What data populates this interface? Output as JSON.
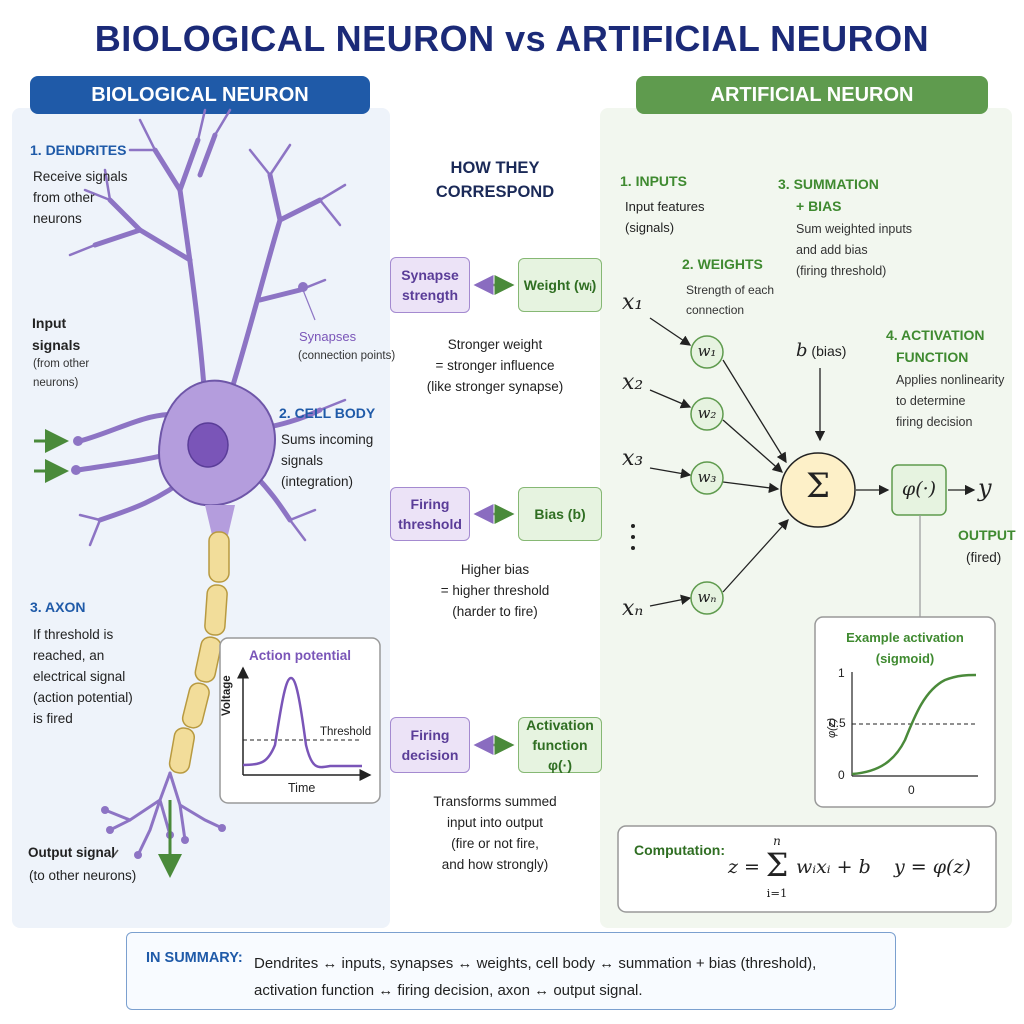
{
  "title": "BIOLOGICAL NEURON vs ARTIFICIAL NEURON",
  "bio": {
    "header": "BIOLOGICAL NEURON",
    "dendrites": {
      "label": "1. DENDRITES",
      "line1": "Receive signals",
      "line2": "from other",
      "line3": "neurons"
    },
    "input": {
      "line1": "Input",
      "line2": "signals",
      "sub1": "(from other",
      "sub2": "neurons)"
    },
    "synapses": {
      "label": "Synapses",
      "sub": "(connection points)"
    },
    "cell_body": {
      "label": "2. CELL BODY",
      "line1": "Sums incoming",
      "line2": "signals",
      "line3": "(integration)"
    },
    "axon": {
      "label": "3. AXON",
      "line1": "If threshold is",
      "line2": "reached, an",
      "line3": "electrical signal",
      "line4": "(action potential)",
      "line5": "is fired"
    },
    "output": {
      "label": "Output signal",
      "sub": "(to other neurons)"
    },
    "action_potential": {
      "title": "Action potential",
      "ylabel": "Voltage",
      "xlabel": "Time",
      "threshold": "Threshold"
    }
  },
  "correspond": {
    "title1": "HOW THEY",
    "title2": "CORRESPOND",
    "pairs": [
      {
        "bio1": "Synapse",
        "bio2": "strength",
        "art": "Weight (wᵢ)",
        "d1": "Stronger weight",
        "d2": "= stronger influence",
        "d3": "(like stronger synapse)",
        "d4": ""
      },
      {
        "bio1": "Firing",
        "bio2": "threshold",
        "art": "Bias (b)",
        "d1": "Higher bias",
        "d2": "= higher threshold",
        "d3": "(harder to fire)",
        "d4": ""
      },
      {
        "bio1": "Firing",
        "bio2": "decision",
        "art": "Activation",
        "art2": "function φ(·)",
        "d1": "Transforms summed",
        "d2": "input into output",
        "d3": "(fire or not fire,",
        "d4": "and how strongly)"
      }
    ]
  },
  "art": {
    "header": "ARTIFICIAL NEURON",
    "inputs": {
      "label": "1. INPUTS",
      "line1": "Input features",
      "line2": "(signals)"
    },
    "weights": {
      "label": "2. WEIGHTS",
      "line1": "Strength of each",
      "line2": "connection"
    },
    "summation": {
      "label1": "3. SUMMATION",
      "label2": "+ BIAS",
      "line1": "Sum weighted inputs",
      "line2": "and add bias",
      "line3": "(firing threshold)"
    },
    "activation": {
      "label1": "4. ACTIVATION",
      "label2": "FUNCTION",
      "line1": "Applies nonlinearity",
      "line2": "to determine",
      "line3": "firing decision"
    },
    "x_labels": [
      "x₁",
      "x₂",
      "x₃",
      "xₙ"
    ],
    "w_labels": [
      "w₁",
      "w₂",
      "w₃",
      "wₙ"
    ],
    "bias_symbol": "b",
    "bias_word": "(bias)",
    "sum_symbol": "Σ",
    "phi": "φ(·)",
    "y": "y",
    "output": {
      "label": "OUTPUT",
      "sub": "(fired)"
    },
    "sigmoid": {
      "title1": "Example activation",
      "title2": "(sigmoid)",
      "ylabel": "φ(z)",
      "y1": "1",
      "y05": "0.5",
      "y0": "0",
      "x0": "0"
    },
    "computation": {
      "label": "Computation:",
      "formula_z": "z = ",
      "sum_top": "n",
      "sum_bottom": "i=1",
      "formula_terms": "wᵢxᵢ + b",
      "formula_y": "y = φ(z)"
    }
  },
  "summary": {
    "label": "IN SUMMARY:",
    "line1": "Dendrites ↔ inputs, synapses ↔ weights, cell body ↔ summation + bias (threshold),",
    "line2": "activation function ↔ firing decision, axon ↔ output signal."
  },
  "colors": {
    "blue": "#1f5aa8",
    "green": "#5f9b4e",
    "purple": "#9a7cc8",
    "navy": "#1b2a78"
  }
}
